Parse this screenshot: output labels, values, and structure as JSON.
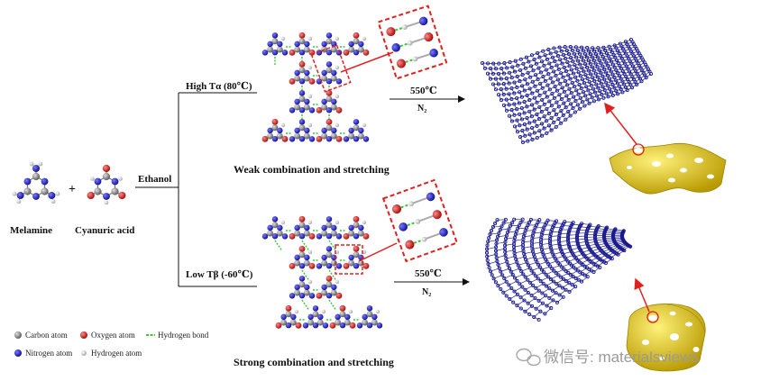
{
  "reactants": {
    "melamine": "Melamine",
    "plus": "+",
    "cyanuric": "Cyanuric acid"
  },
  "solvent": "Ethanol",
  "branch_high": {
    "condition": "High Tα (80℃)",
    "temperature": "550℃",
    "gas": "N₂",
    "caption": "Weak combination and stretching"
  },
  "branch_low": {
    "condition": "Low Tβ (-60℃)",
    "temperature": "550℃",
    "gas": "N₂",
    "caption": "Strong combination and stretching"
  },
  "legend": {
    "carbon": "Carbon atom",
    "oxygen": "Oxygen atom",
    "hbond": "Hydrogen bond",
    "nitrogen": "Nitrogen atom",
    "hydrogen": "Hydrogen atom"
  },
  "watermark": "微信号: materialsviews",
  "colors": {
    "carbon": "#8c8c8c",
    "oxygen": "#d91a1a",
    "nitrogen": "#2222c8",
    "hydrogen": "#d8d8d8",
    "hbond": "#3cc43c",
    "highlight": "#e0201e",
    "sheet": "#1a1a8c",
    "surface": "#e6c612"
  }
}
